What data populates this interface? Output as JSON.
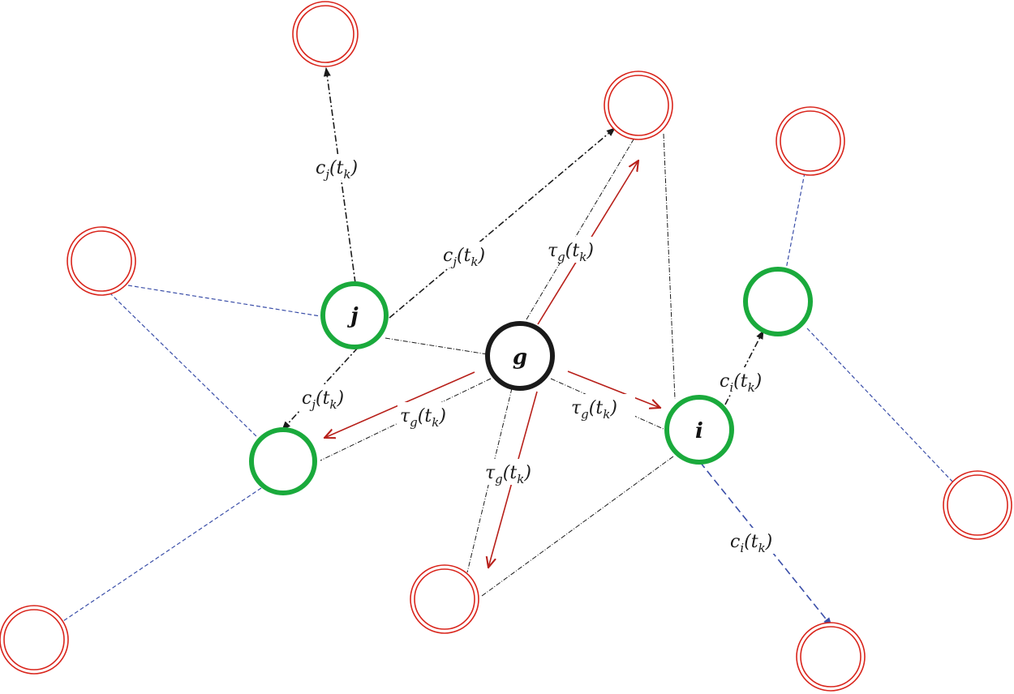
{
  "diagram": {
    "node_labels": {
      "j": "j",
      "g": "g",
      "i": "i"
    },
    "edge_labels": {
      "cj_up": {
        "base": "c",
        "sub": "j",
        "rest": "(t",
        "sub2": "k",
        "end": ")"
      },
      "cj_right": {
        "base": "c",
        "sub": "j",
        "rest": "(t",
        "sub2": "k",
        "end": ")"
      },
      "cj_down": {
        "base": "c",
        "sub": "j",
        "rest": "(t",
        "sub2": "k",
        "end": ")"
      },
      "tau_up": {
        "base": "τ",
        "sub": "g",
        "rest": "(t",
        "sub2": "k",
        "end": ")"
      },
      "tau_left": {
        "base": "τ",
        "sub": "g",
        "rest": "(t",
        "sub2": "k",
        "end": ")"
      },
      "tau_down": {
        "base": "τ",
        "sub": "g",
        "rest": "(t",
        "sub2": "k",
        "end": ")"
      },
      "tau_right": {
        "base": "τ",
        "sub": "g",
        "rest": "(t",
        "sub2": "k",
        "end": ")"
      },
      "ci_up": {
        "base": "c",
        "sub": "i",
        "rest": "(t",
        "sub2": "k",
        "end": ")"
      },
      "ci_down": {
        "base": "c",
        "sub": "i",
        "rest": "(t",
        "sub2": "k",
        "end": ")"
      }
    },
    "colors": {
      "red_node": "#d9251c",
      "green_node": "#1aaa3c",
      "black_node": "#1a1a1a",
      "blue_edge": "#3a4ea8",
      "black_edge": "#1a1a1a",
      "red_arrow": "#b8201a"
    }
  }
}
